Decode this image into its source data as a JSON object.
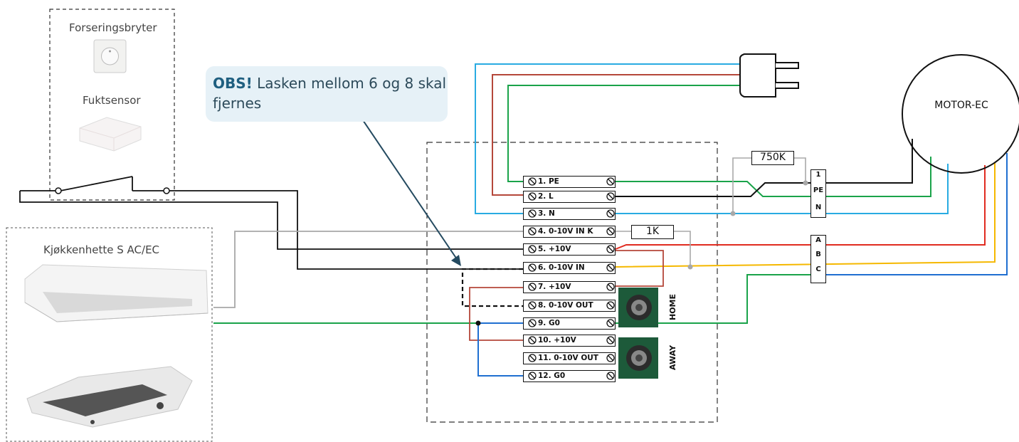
{
  "devices": {
    "forcing_switch": "Forseringsbryter",
    "humidity_sensor": "Fuktsensor",
    "kitchen_hood": "Kjøkkenhette S AC/EC"
  },
  "note": {
    "emphasis": "OBS!",
    "text": " Lasken mellom 6 og 8 skal fjernes"
  },
  "motor": {
    "label": "MOTOR-EC"
  },
  "resistors": {
    "r1": "750K",
    "r2": "1K"
  },
  "terminals": [
    "1. PE",
    "2. L",
    "3. N",
    "4. 0-10V IN K",
    "5. +10V",
    "6. 0-10V IN",
    "7. +10V",
    "8. 0-10V OUT",
    "9.  G0",
    "10. +10V",
    "11. 0-10V OUT",
    "12.  G0"
  ],
  "motor_strip_pins": [
    "1",
    "PE",
    "N"
  ],
  "signal_strip_pins": [
    "A",
    "B",
    "C"
  ],
  "potentiometers": {
    "home": "HOME",
    "away": "AWAY"
  },
  "colors": {
    "pe_green": "#1aa34a",
    "live_brown": "#b5473a",
    "neutral_blue": "#29abe2",
    "signal_yellow": "#f5b800",
    "signal_red": "#e02b20",
    "signal_blue": "#1f6fd1",
    "signal_gray": "#a8a8a8",
    "dark_blue": "#1f5fbf"
  }
}
